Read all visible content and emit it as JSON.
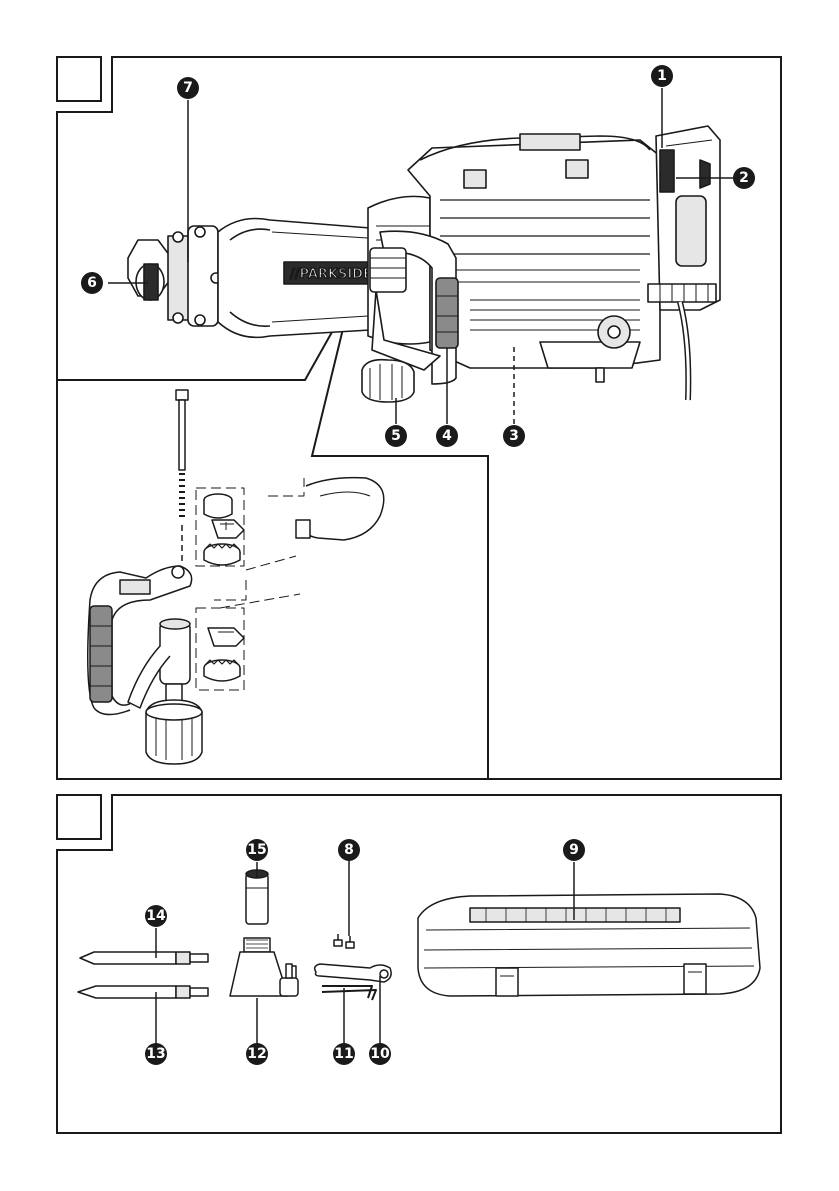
{
  "figure1": {
    "brand_text": "//PARKSIDE",
    "callouts": [
      {
        "id": "c1",
        "label": "1"
      },
      {
        "id": "c2",
        "label": "2"
      },
      {
        "id": "c3",
        "label": "3"
      },
      {
        "id": "c4",
        "label": "4"
      },
      {
        "id": "c5",
        "label": "5"
      },
      {
        "id": "c6",
        "label": "6"
      },
      {
        "id": "c7",
        "label": "7"
      }
    ]
  },
  "figure2": {
    "callouts": [
      {
        "id": "c8",
        "label": "8"
      },
      {
        "id": "c9",
        "label": "9"
      },
      {
        "id": "c10",
        "label": "10"
      },
      {
        "id": "c11",
        "label": "11"
      },
      {
        "id": "c12",
        "label": "12"
      },
      {
        "id": "c13",
        "label": "13"
      },
      {
        "id": "c14",
        "label": "14"
      },
      {
        "id": "c15",
        "label": "15"
      }
    ]
  },
  "colors": {
    "line": "#1a1a1a",
    "fill_dark": "#2b2b2b",
    "fill_mid": "#8a8a8a",
    "fill_light": "#e6e6e6",
    "background": "#ffffff"
  }
}
